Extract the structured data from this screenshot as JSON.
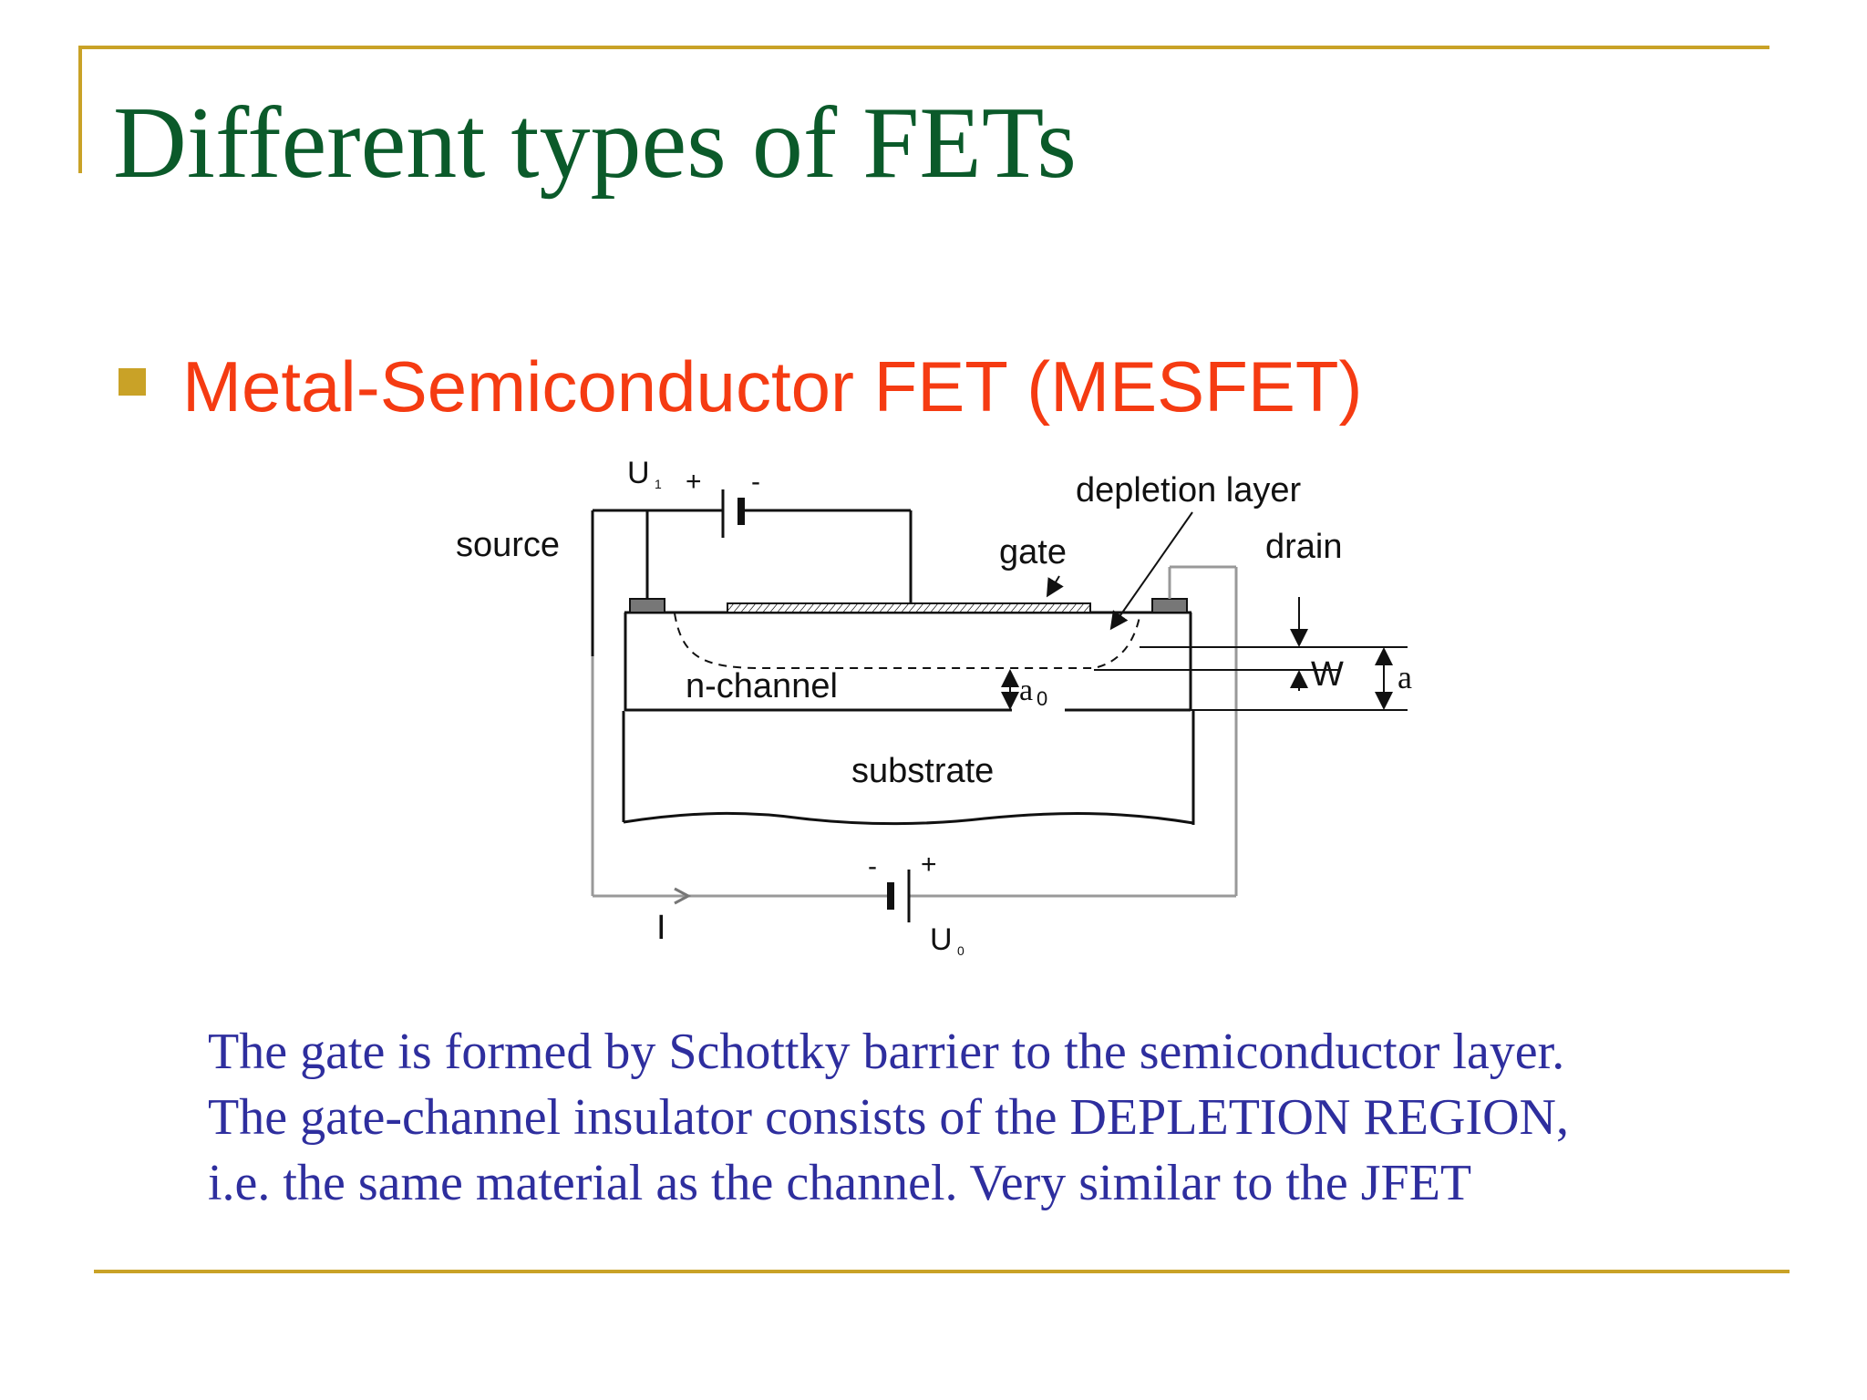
{
  "slide": {
    "title": "Different types of FETs",
    "bullet": "Metal-Semiconductor FET (MESFET)"
  },
  "diagram": {
    "labels": {
      "u1_main": "U",
      "u1_sub": "1",
      "plus_top": "+",
      "minus_top": "-",
      "source": "source",
      "gate": "gate",
      "depletion_layer": "depletion layer",
      "drain": "drain",
      "n_channel": "n-channel",
      "a0_main": "a",
      "a0_sub": "0",
      "w": "W",
      "a": "a",
      "substrate": "substrate",
      "minus_bottom": "-",
      "plus_bottom": "+",
      "current": "I",
      "u0_main": "U",
      "u0_sub": "0"
    }
  },
  "caption": {
    "lines": [
      "The gate is formed by Schottky barrier to the semiconductor layer.",
      "The gate-channel insulator consists of the DEPLETION REGION,",
      "i.e. the same material as the channel. Very similar to the JFET"
    ]
  },
  "colors": {
    "title": "#0b5a2a",
    "bullet_text": "#f53b12",
    "bullet_square": "#c9a227",
    "frame": "#c9a227",
    "caption": "#2e2e9e",
    "diagram_line": "#111111"
  }
}
